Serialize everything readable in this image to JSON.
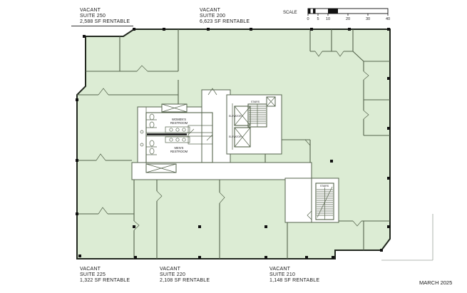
{
  "suites": {
    "top": [
      {
        "vacant": "VACANT",
        "suite": "SUITE 250",
        "area": "2,588 SF RENTABLE"
      },
      {
        "vacant": "VACANT",
        "suite": "SUITE 200",
        "area": "6,623 SF RENTABLE"
      }
    ],
    "bottom": [
      {
        "vacant": "VACANT",
        "suite": "SUITE 225",
        "area": "1,322 SF RENTABLE"
      },
      {
        "vacant": "VACANT",
        "suite": "SUITE 220",
        "area": "2,108 SF RENTABLE"
      },
      {
        "vacant": "VACANT",
        "suite": "SUITE 210",
        "area": "1,148 SF RENTABLE"
      }
    ]
  },
  "core": {
    "womens_line1": "WOMEN'S",
    "womens_line2": "RESTROOM",
    "mens_line1": "MEN'S",
    "mens_line2": "RESTROOM",
    "stairs_core": "STAIRS",
    "stairs_br": "STAIRS",
    "elevator_1": "ELEVATOR",
    "elevator_2": "ELEVATOR"
  },
  "scale": {
    "label": "SCALE",
    "ticks": [
      "0",
      "5",
      "10",
      "20",
      "30",
      "40"
    ]
  },
  "footer": {
    "date": "MARCH 2025"
  },
  "colors": {
    "suite_fill": "#dcecd4",
    "wall": "#55634c",
    "outline": "#22281f",
    "ink": "#1a1a1a"
  }
}
